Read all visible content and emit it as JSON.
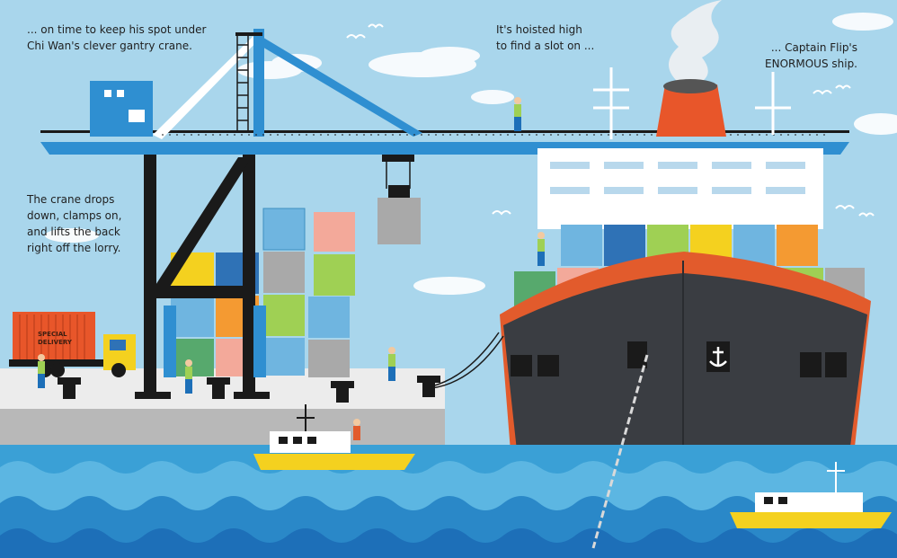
{
  "captions": {
    "top_left": [
      "... on time to keep his spot under",
      "Chi Wan's clever gantry crane."
    ],
    "top_middle": [
      "It's hoisted high",
      "to find a slot on ..."
    ],
    "top_right": [
      "... Captain Flip's",
      "ENORMOUS ship."
    ],
    "left_middle": [
      "The crane drops",
      "down, clamps on,",
      "and lifts the back",
      "right off the lorry."
    ]
  },
  "lorry_label": [
    "SPECIAL",
    "DELIVERY"
  ],
  "colors": {
    "sky": "#a9d6ec",
    "crane_blue": "#2f8fd1",
    "hull": "#3a3d42",
    "hull_red": "#e25b2c",
    "funnel_orange": "#e8562a",
    "sea": "#3aa0d6",
    "sea_deep": "#1d6fb8",
    "tug_yellow": "#f4d11f",
    "quay": "#ececec"
  },
  "icons": [
    "crane",
    "ship",
    "lorry",
    "tugboat",
    "anchor",
    "chain",
    "bollard",
    "bird",
    "container",
    "worker"
  ]
}
